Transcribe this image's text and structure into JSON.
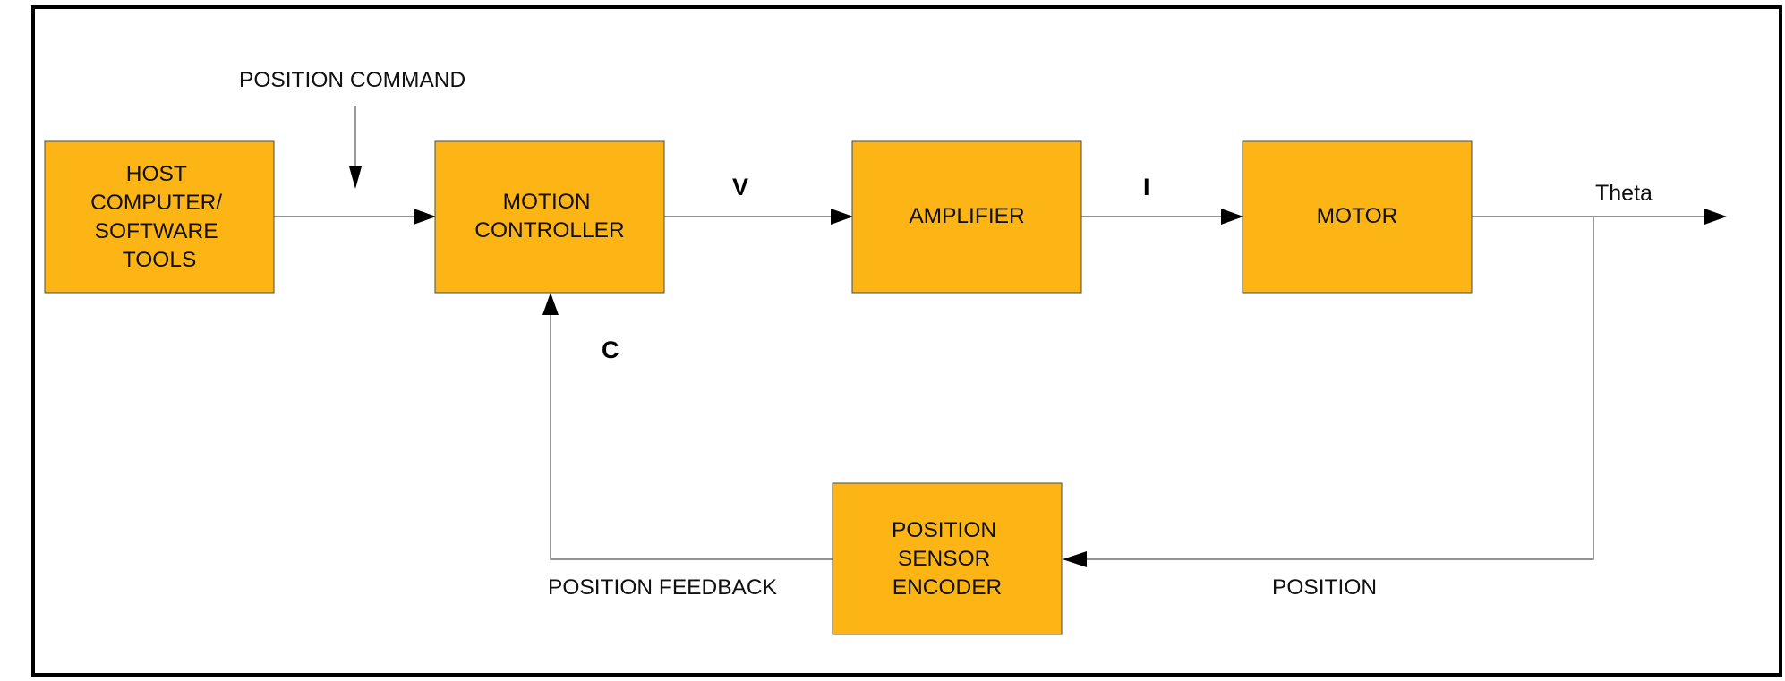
{
  "blocks": {
    "host": {
      "lines": [
        "HOST",
        "COMPUTER/",
        "SOFTWARE",
        "TOOLS"
      ]
    },
    "controller": {
      "lines": [
        "MOTION",
        "CONTROLLER"
      ]
    },
    "amplifier": {
      "lines": [
        "AMPLIFIER"
      ]
    },
    "motor": {
      "lines": [
        "MOTOR"
      ]
    },
    "sensor": {
      "lines": [
        "POSITION",
        "SENSOR",
        "ENCODER"
      ]
    }
  },
  "signals": {
    "position_command": "POSITION COMMAND",
    "v": "V",
    "i": "I",
    "c": "C",
    "theta": "Theta",
    "position_feedback": "POSITION FEEDBACK",
    "position": "POSITION"
  },
  "colors": {
    "block_fill": "#FDB515",
    "line": "#6f6f6f",
    "arrow": "#000000"
  }
}
